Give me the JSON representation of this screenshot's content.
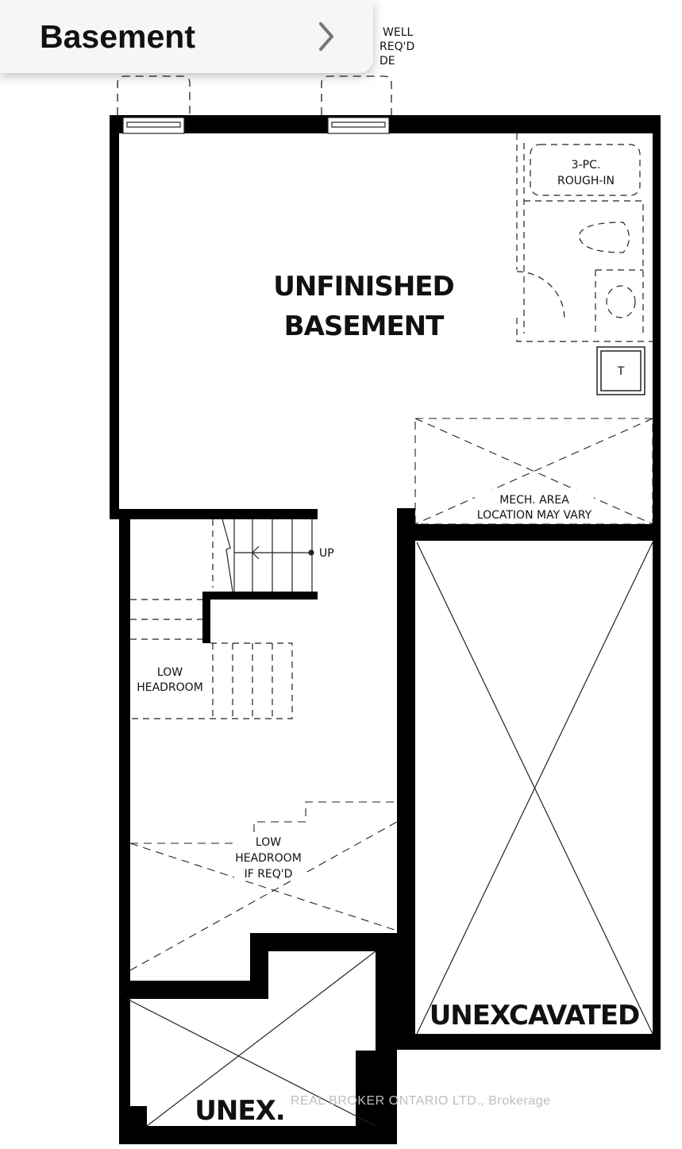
{
  "header": {
    "title": "Basement",
    "chevron_icon": "chevron-right-icon"
  },
  "plan": {
    "window_note": [
      "WELL",
      "REQ'D",
      "DE"
    ],
    "unfinished_basement": [
      "UNFINISHED",
      "BASEMENT"
    ],
    "rough_in": [
      "3-PC.",
      "ROUGH-IN"
    ],
    "tank_label": "T",
    "mech_area": [
      "MECH. AREA",
      "LOCATION MAY VARY"
    ],
    "stairs_up": "UP",
    "low_headroom": [
      "LOW",
      "HEADROOM"
    ],
    "low_headroom_if_reqd": [
      "LOW",
      "HEADROOM",
      "IF REQ'D"
    ],
    "unexcavated": "UNEXCAVATED",
    "unex": "UNEX."
  },
  "watermark": "REAL BROKER ONTARIO LTD., Brokerage"
}
